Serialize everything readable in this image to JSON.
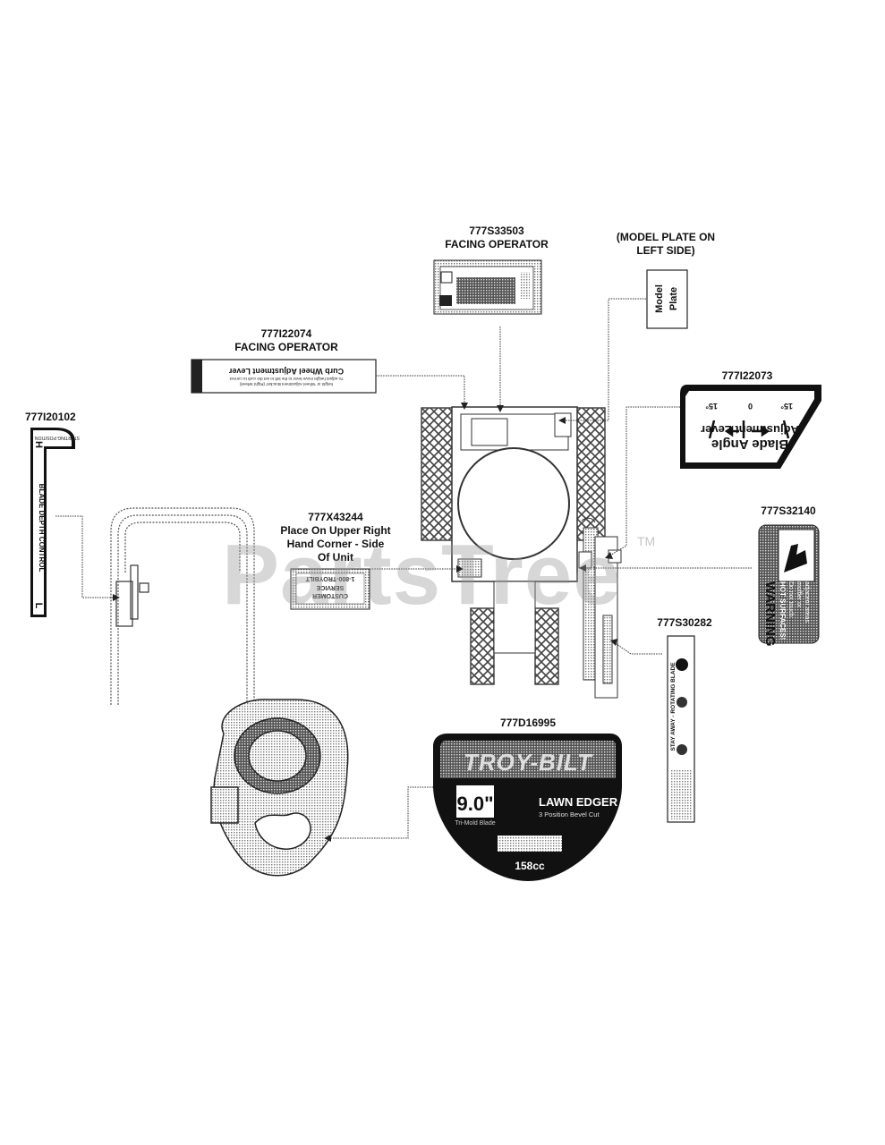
{
  "labels": {
    "label_777S33503": {
      "part": "777S33503",
      "note": "FACING OPERATOR"
    },
    "label_model_plate": {
      "line1": "(MODEL PLATE ON",
      "line2": "LEFT SIDE)"
    },
    "label_777I22074": {
      "part": "777I22074",
      "note": "FACING OPERATOR"
    },
    "label_777I22073": {
      "part": "777I22073"
    },
    "label_777I20102": {
      "part": "777I20102"
    },
    "label_777X43244": {
      "part": "777X43244",
      "line1": "Place On Upper Right",
      "line2": "Hand Corner - Side",
      "line3": "Of Unit"
    },
    "label_777S32140": {
      "part": "777S32140"
    },
    "label_777S30282": {
      "part": "777S30282"
    },
    "label_777D16995": {
      "part": "777D16995"
    }
  },
  "decals": {
    "model_plate": {
      "line1": "Model",
      "line2": "Plate"
    },
    "curb_wheel": {
      "line1": "Curb Wheel Adjustment Lever",
      "line2": "To adjust height move lever to the left to set the curb to correct",
      "line3": "height or 'Wheel Adjustment Bracket' (Right Wheel)"
    },
    "blade_angle": {
      "title1": "Blade Angle",
      "title2": "Adjustment Lever",
      "angle_left": "15°",
      "angle_mid": "0",
      "angle_right": "15°"
    },
    "blade_depth": {
      "text": "BLADE DEPTH CONTROL",
      "h": "H",
      "l": "L",
      "small": "STARTING POSITION"
    },
    "warning": {
      "title": "WARNING",
      "line1": "HOT SURFACES!",
      "line2": "Do not touch",
      "line3": "muffler or",
      "line4": "adjacent areas"
    },
    "troy_bilt": {
      "brand": "TROY-BILT",
      "size": "9.0\"",
      "sub_size": "Tri-Mold Blade",
      "product": "LAWN EDGER",
      "product_sub": "3 Position Bevel Cut",
      "engine": "158cc"
    },
    "belt_strip": {
      "text": "STAY AWAY - ROTATING BLADE"
    },
    "customer_service": {
      "line1": "CUSTOMER",
      "line2": "SERVICE",
      "line3": "1-800-TROYBILT"
    }
  },
  "watermark": {
    "text": "PartsTree",
    "tm": "TM"
  }
}
